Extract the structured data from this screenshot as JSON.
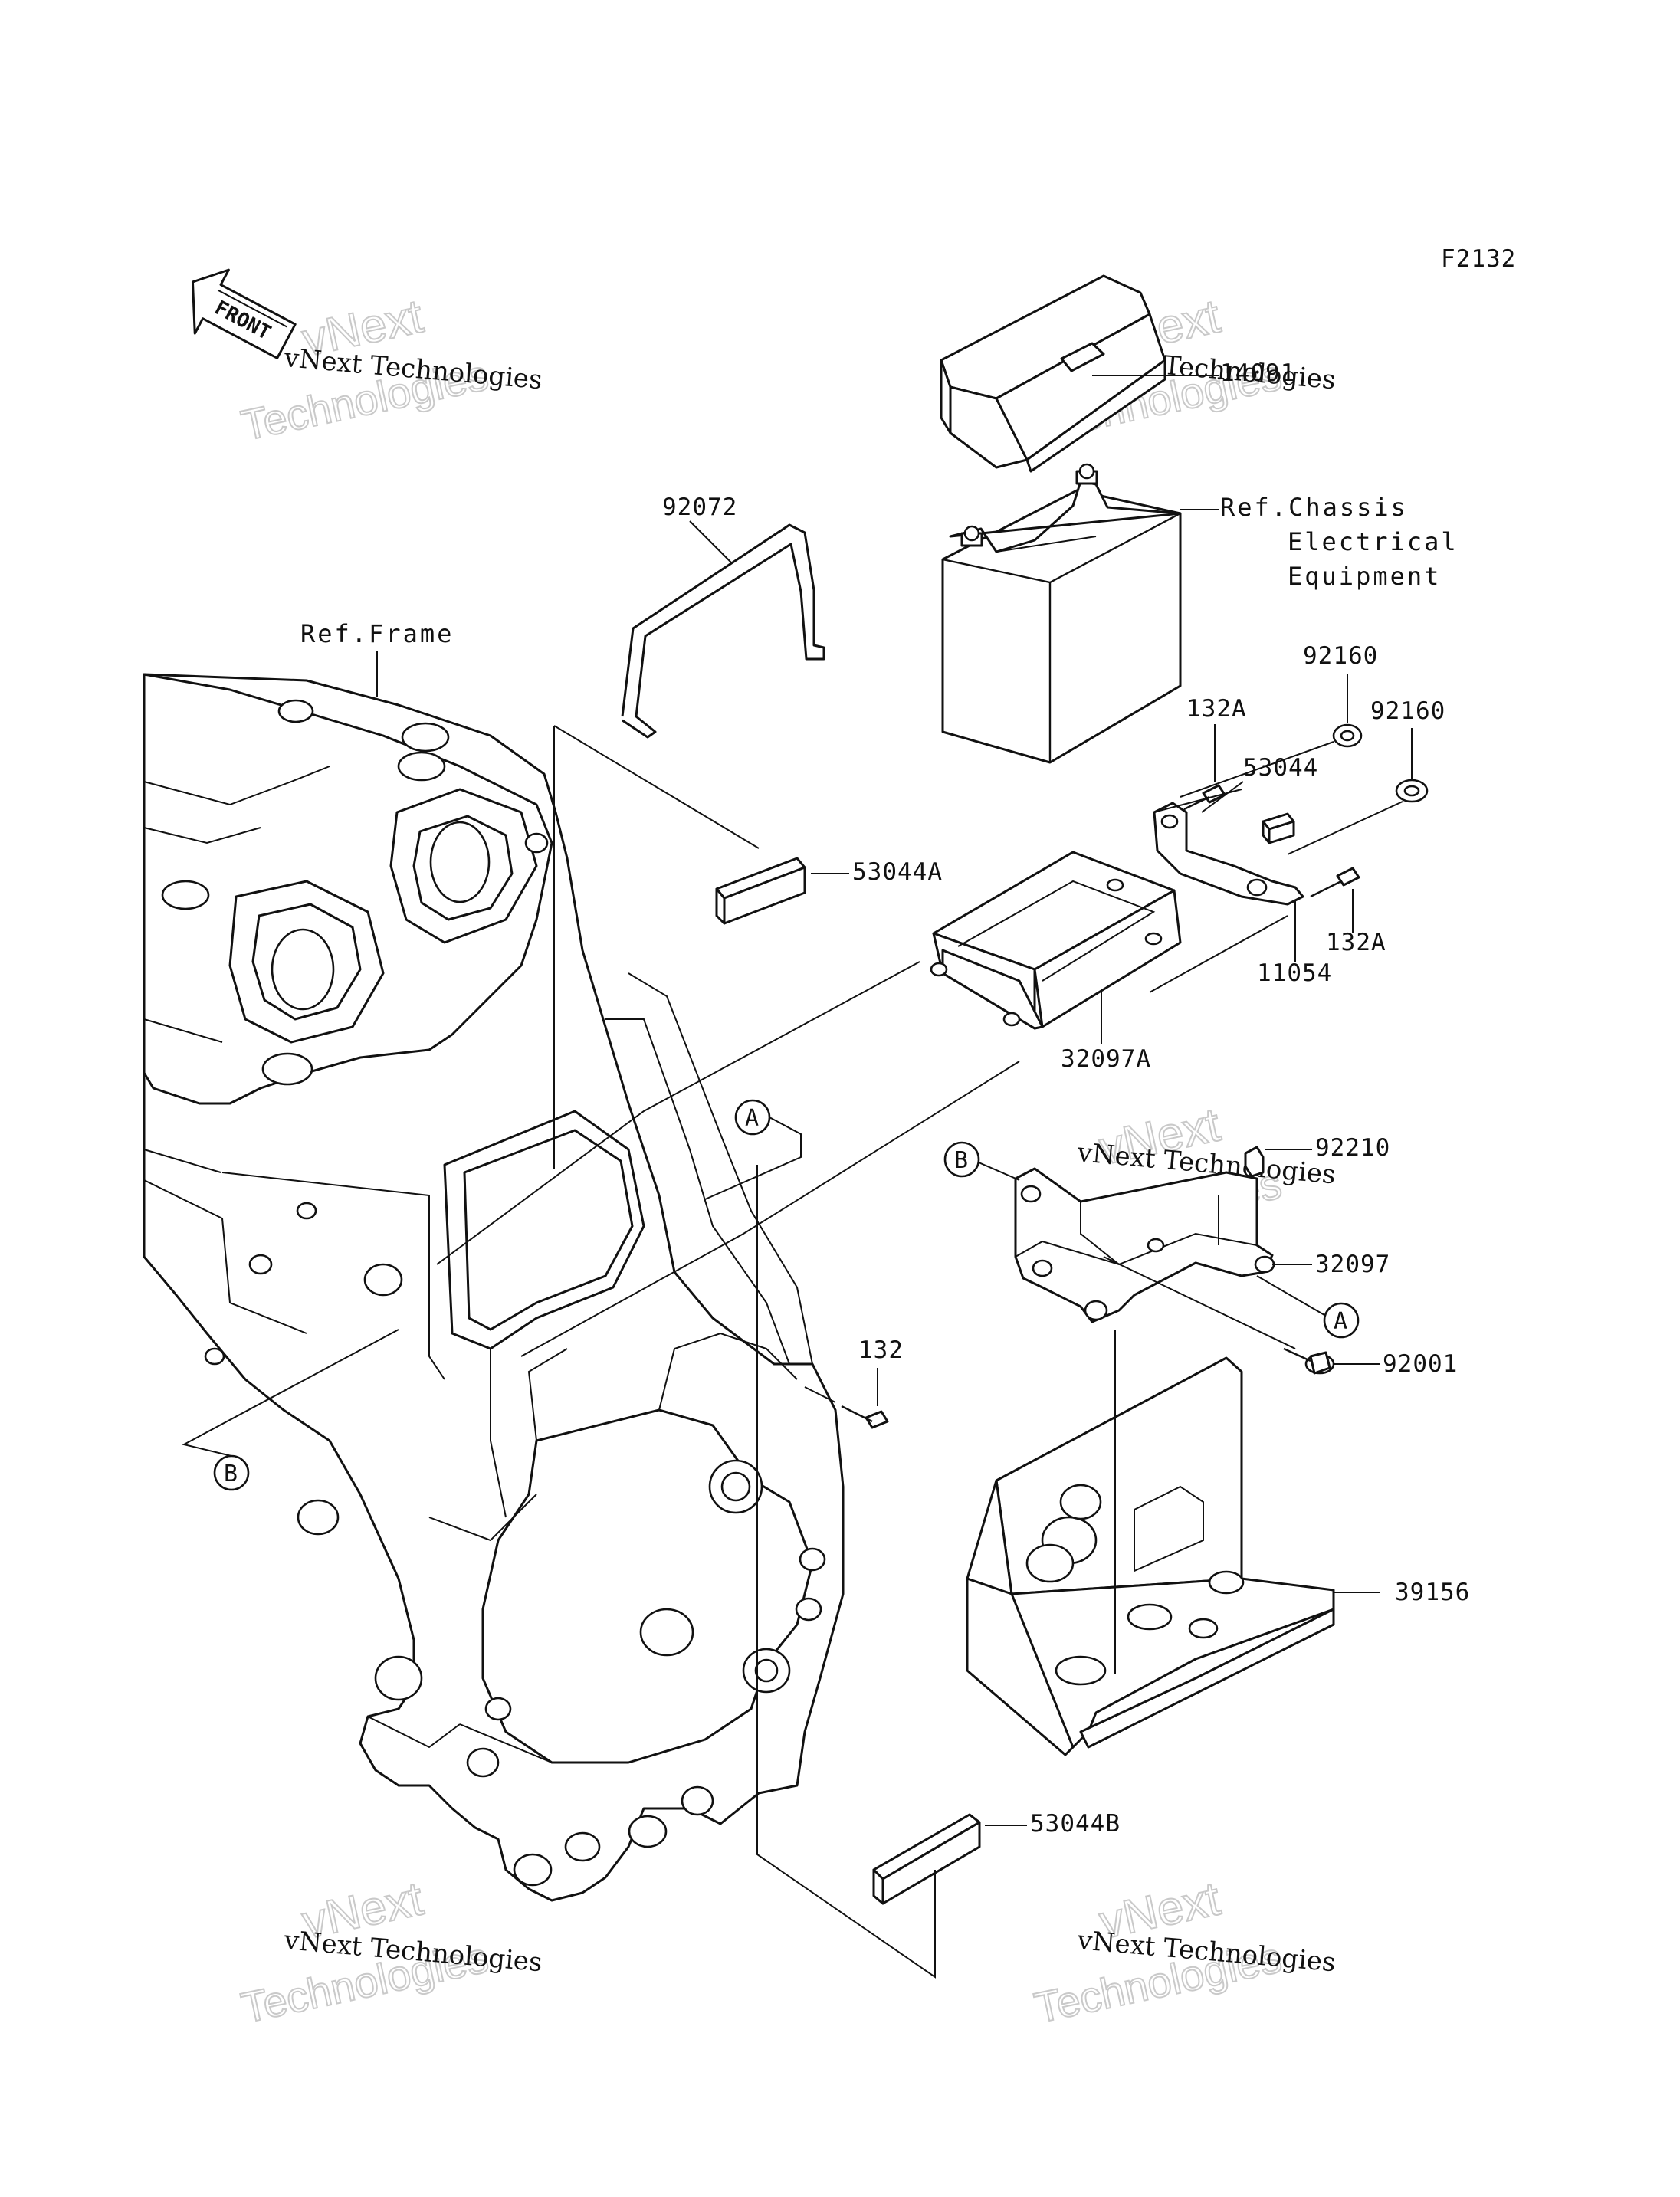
{
  "diagram_code": "F2132",
  "front_label": "FRONT",
  "watermark": {
    "line1": "vNext Technologies",
    "line2": "vNext",
    "line3": "Technologies"
  },
  "parts": {
    "p14091": "14091",
    "p92072": "92072",
    "p53044A": "53044A",
    "p92160_a": "92160",
    "p92160_b": "92160",
    "p132A_a": "132A",
    "p53044": "53044",
    "p132A_b": "132A",
    "p11054": "11054",
    "p32097A": "32097A",
    "p92210": "92210",
    "p32097": "32097",
    "p92001": "92001",
    "p132": "132",
    "p39156": "39156",
    "p53044B": "53044B"
  },
  "refs": {
    "frame": "Ref.Frame",
    "chassis_1": "Ref.Chassis",
    "chassis_2": "Electrical",
    "chassis_3": "Equipment"
  },
  "callouts": {
    "a1": "A",
    "a2": "A",
    "b1": "B",
    "b2": "B"
  }
}
